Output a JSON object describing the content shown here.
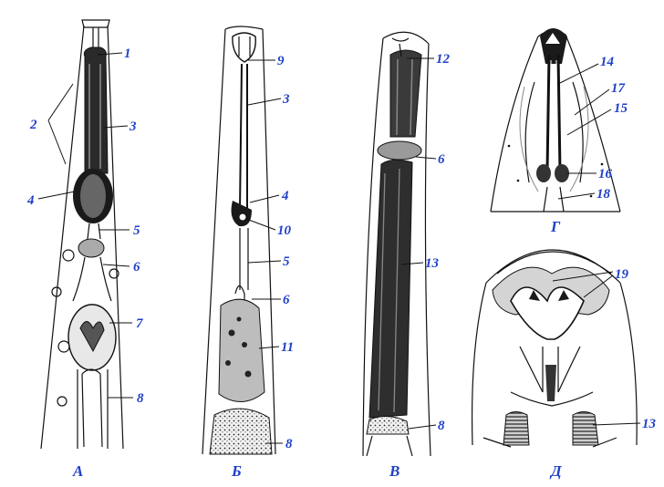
{
  "panels": [
    {
      "id": "A",
      "label": "А",
      "numbers": [
        "1",
        "2",
        "3",
        "4",
        "5",
        "6",
        "7",
        "8"
      ]
    },
    {
      "id": "B",
      "label": "Б",
      "numbers": [
        "9",
        "3",
        "4",
        "10",
        "5",
        "6",
        "11",
        "8"
      ]
    },
    {
      "id": "V",
      "label": "В",
      "numbers": [
        "12",
        "6",
        "13",
        "8"
      ]
    },
    {
      "id": "G",
      "label": "Г",
      "numbers": [
        "14",
        "17",
        "15",
        "16",
        "18"
      ]
    },
    {
      "id": "D",
      "label": "Д",
      "numbers": [
        "19",
        "13"
      ]
    }
  ],
  "colors": {
    "label": "#1f3fc8",
    "ink": "#111111"
  }
}
